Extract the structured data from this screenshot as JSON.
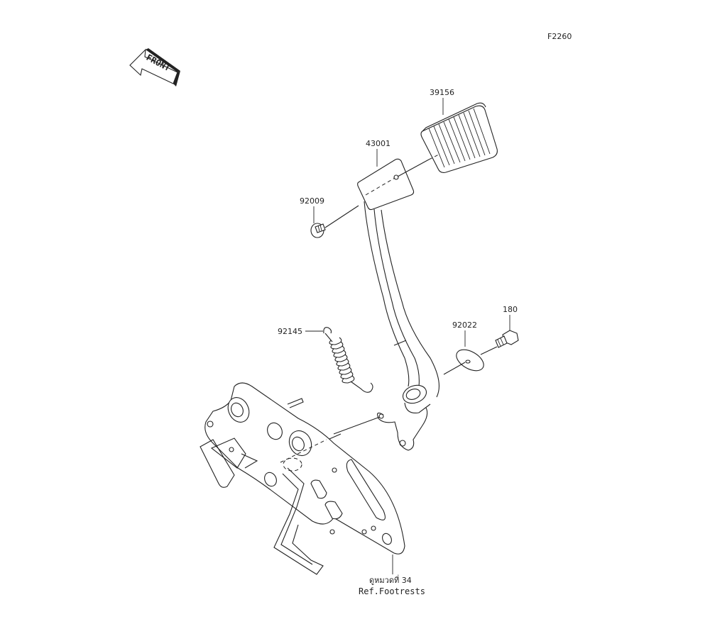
{
  "diagram": {
    "figure_code": "F2260",
    "front_indicator": "FRONT",
    "parts": [
      {
        "part_number": "39156",
        "description": "brake pedal rubber pad"
      },
      {
        "part_number": "43001",
        "description": "brake pedal"
      },
      {
        "part_number": "92009",
        "description": "nut"
      },
      {
        "part_number": "92145",
        "description": "return spring"
      },
      {
        "part_number": "92022",
        "description": "washer"
      },
      {
        "part_number": "180",
        "description": "bolt"
      }
    ],
    "reference": {
      "thai_text": "ดูหมวดที่ 34",
      "english_text": "Ref.Footrests"
    }
  }
}
